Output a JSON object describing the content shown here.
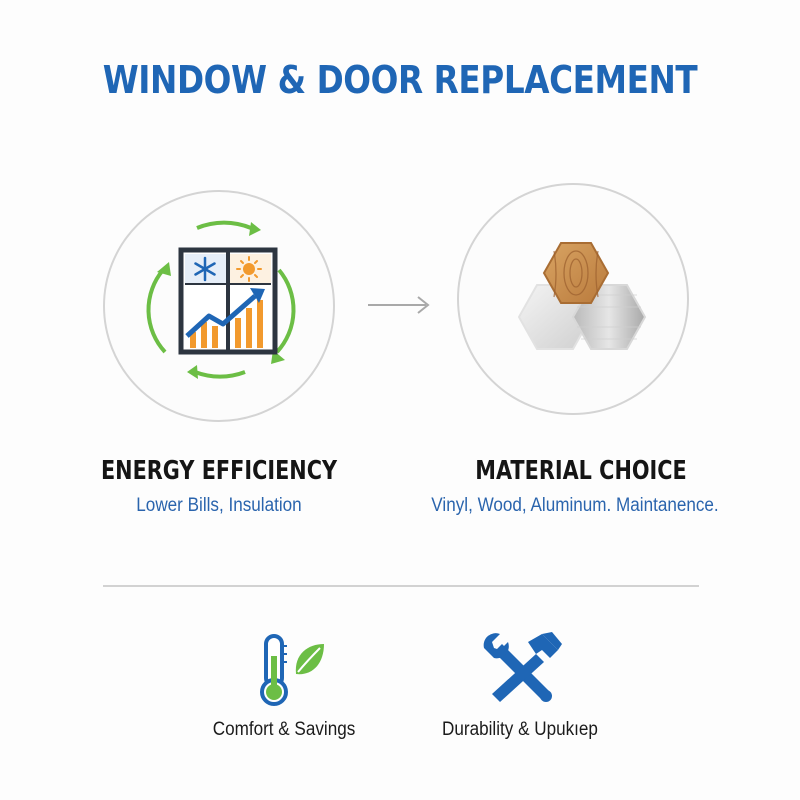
{
  "title": "WINDOW & DOOR REPLACEMENT",
  "features": [
    {
      "title": "ENERGY EFFICIENCY",
      "subtitle": "Lower Bills, Insulation",
      "icon": "energy-efficiency-window-chart-icon"
    },
    {
      "title": "MATERIAL CHOICE",
      "subtitle": "Vinyl, Wood, Aluminum. Maintanence.",
      "icon": "material-hexagons-icon"
    }
  ],
  "benefits": [
    {
      "label": "Comfort & Savings",
      "icon": "thermometer-leaf-icon"
    },
    {
      "label": "Durability & Upukıep",
      "icon": "wrench-hammer-icon"
    }
  ],
  "colors": {
    "title_blue": "#1f66b5",
    "subtitle_blue": "#2a64ad",
    "green": "#6cbe45",
    "orange": "#f29a2e",
    "wood": "#c98a4b",
    "divider": "#d2d2d2"
  }
}
